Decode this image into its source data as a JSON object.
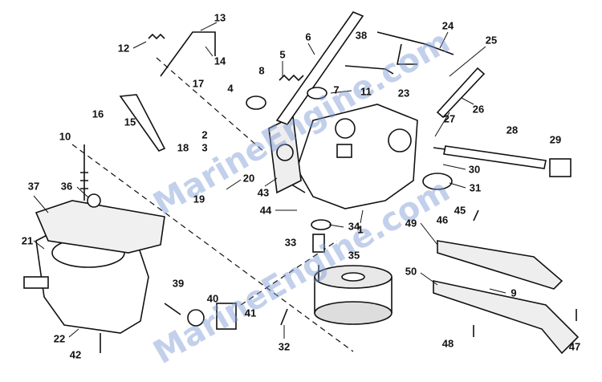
{
  "diagram": {
    "title": "Carburetor exploded parts diagram",
    "watermark": "MarineEngine.com",
    "part_labels": [
      "13",
      "12",
      "14",
      "6",
      "38",
      "24",
      "25",
      "5",
      "8",
      "4",
      "7",
      "11",
      "23",
      "17",
      "16",
      "15",
      "26",
      "27",
      "28",
      "29",
      "2",
      "3",
      "18",
      "10",
      "20",
      "30",
      "31",
      "37",
      "36",
      "43",
      "19",
      "44",
      "34",
      "1",
      "45",
      "46",
      "49",
      "33",
      "21",
      "35",
      "50",
      "39",
      "40",
      "9",
      "41",
      "22",
      "32",
      "48",
      "47",
      "42"
    ]
  }
}
